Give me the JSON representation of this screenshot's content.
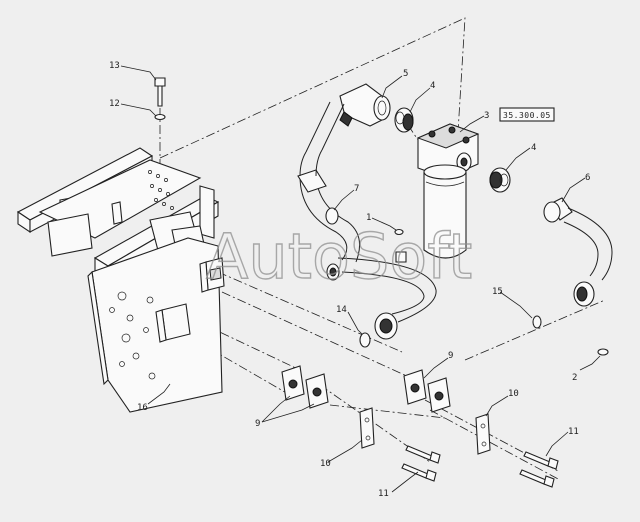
{
  "watermark": "AutoSoft",
  "reference_box": "35.300.05",
  "callouts": {
    "c1": "1",
    "c2": "2",
    "c3": "3",
    "c4a": "4",
    "c4b": "4",
    "c5": "5",
    "c6": "6",
    "c7": "7",
    "c9a": "9",
    "c9b": "9",
    "c10a": "10",
    "c10b": "10",
    "c11a": "11",
    "c11b": "11",
    "c12": "12",
    "c13": "13",
    "c14": "14",
    "c15": "15",
    "c16": "16"
  }
}
